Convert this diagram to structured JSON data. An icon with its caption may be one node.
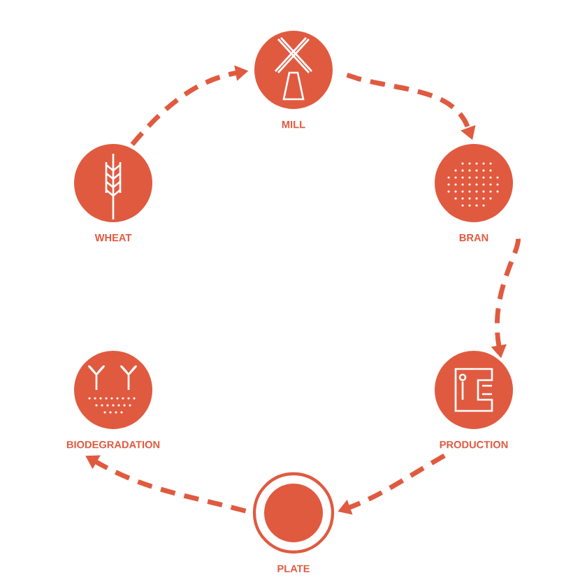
{
  "diagram": {
    "nodes": [
      {
        "text": [
          "WHEAT"
        ]
      },
      {
        "text": [
          "MILL"
        ]
      },
      {
        "text": [
          "BRAN"
        ]
      },
      {
        "text": [
          "PRODUCTION"
        ]
      },
      {
        "text": [
          "PLATE"
        ]
      },
      {
        "text": [
          "BIODEGRADATION"
        ]
      }
    ],
    "edges": [
      {
        "from": 0,
        "to": 1,
        "arrow": "to",
        "style": "dashed"
      },
      {
        "from": 1,
        "to": 2,
        "arrow": "to",
        "style": "dashed"
      },
      {
        "from": 2,
        "to": 3,
        "arrow": "to",
        "style": "dashed"
      },
      {
        "from": 3,
        "to": 4,
        "arrow": "to",
        "style": "dashed"
      },
      {
        "from": 4,
        "to": 5,
        "arrow": "to",
        "style": "dashed"
      }
    ]
  }
}
